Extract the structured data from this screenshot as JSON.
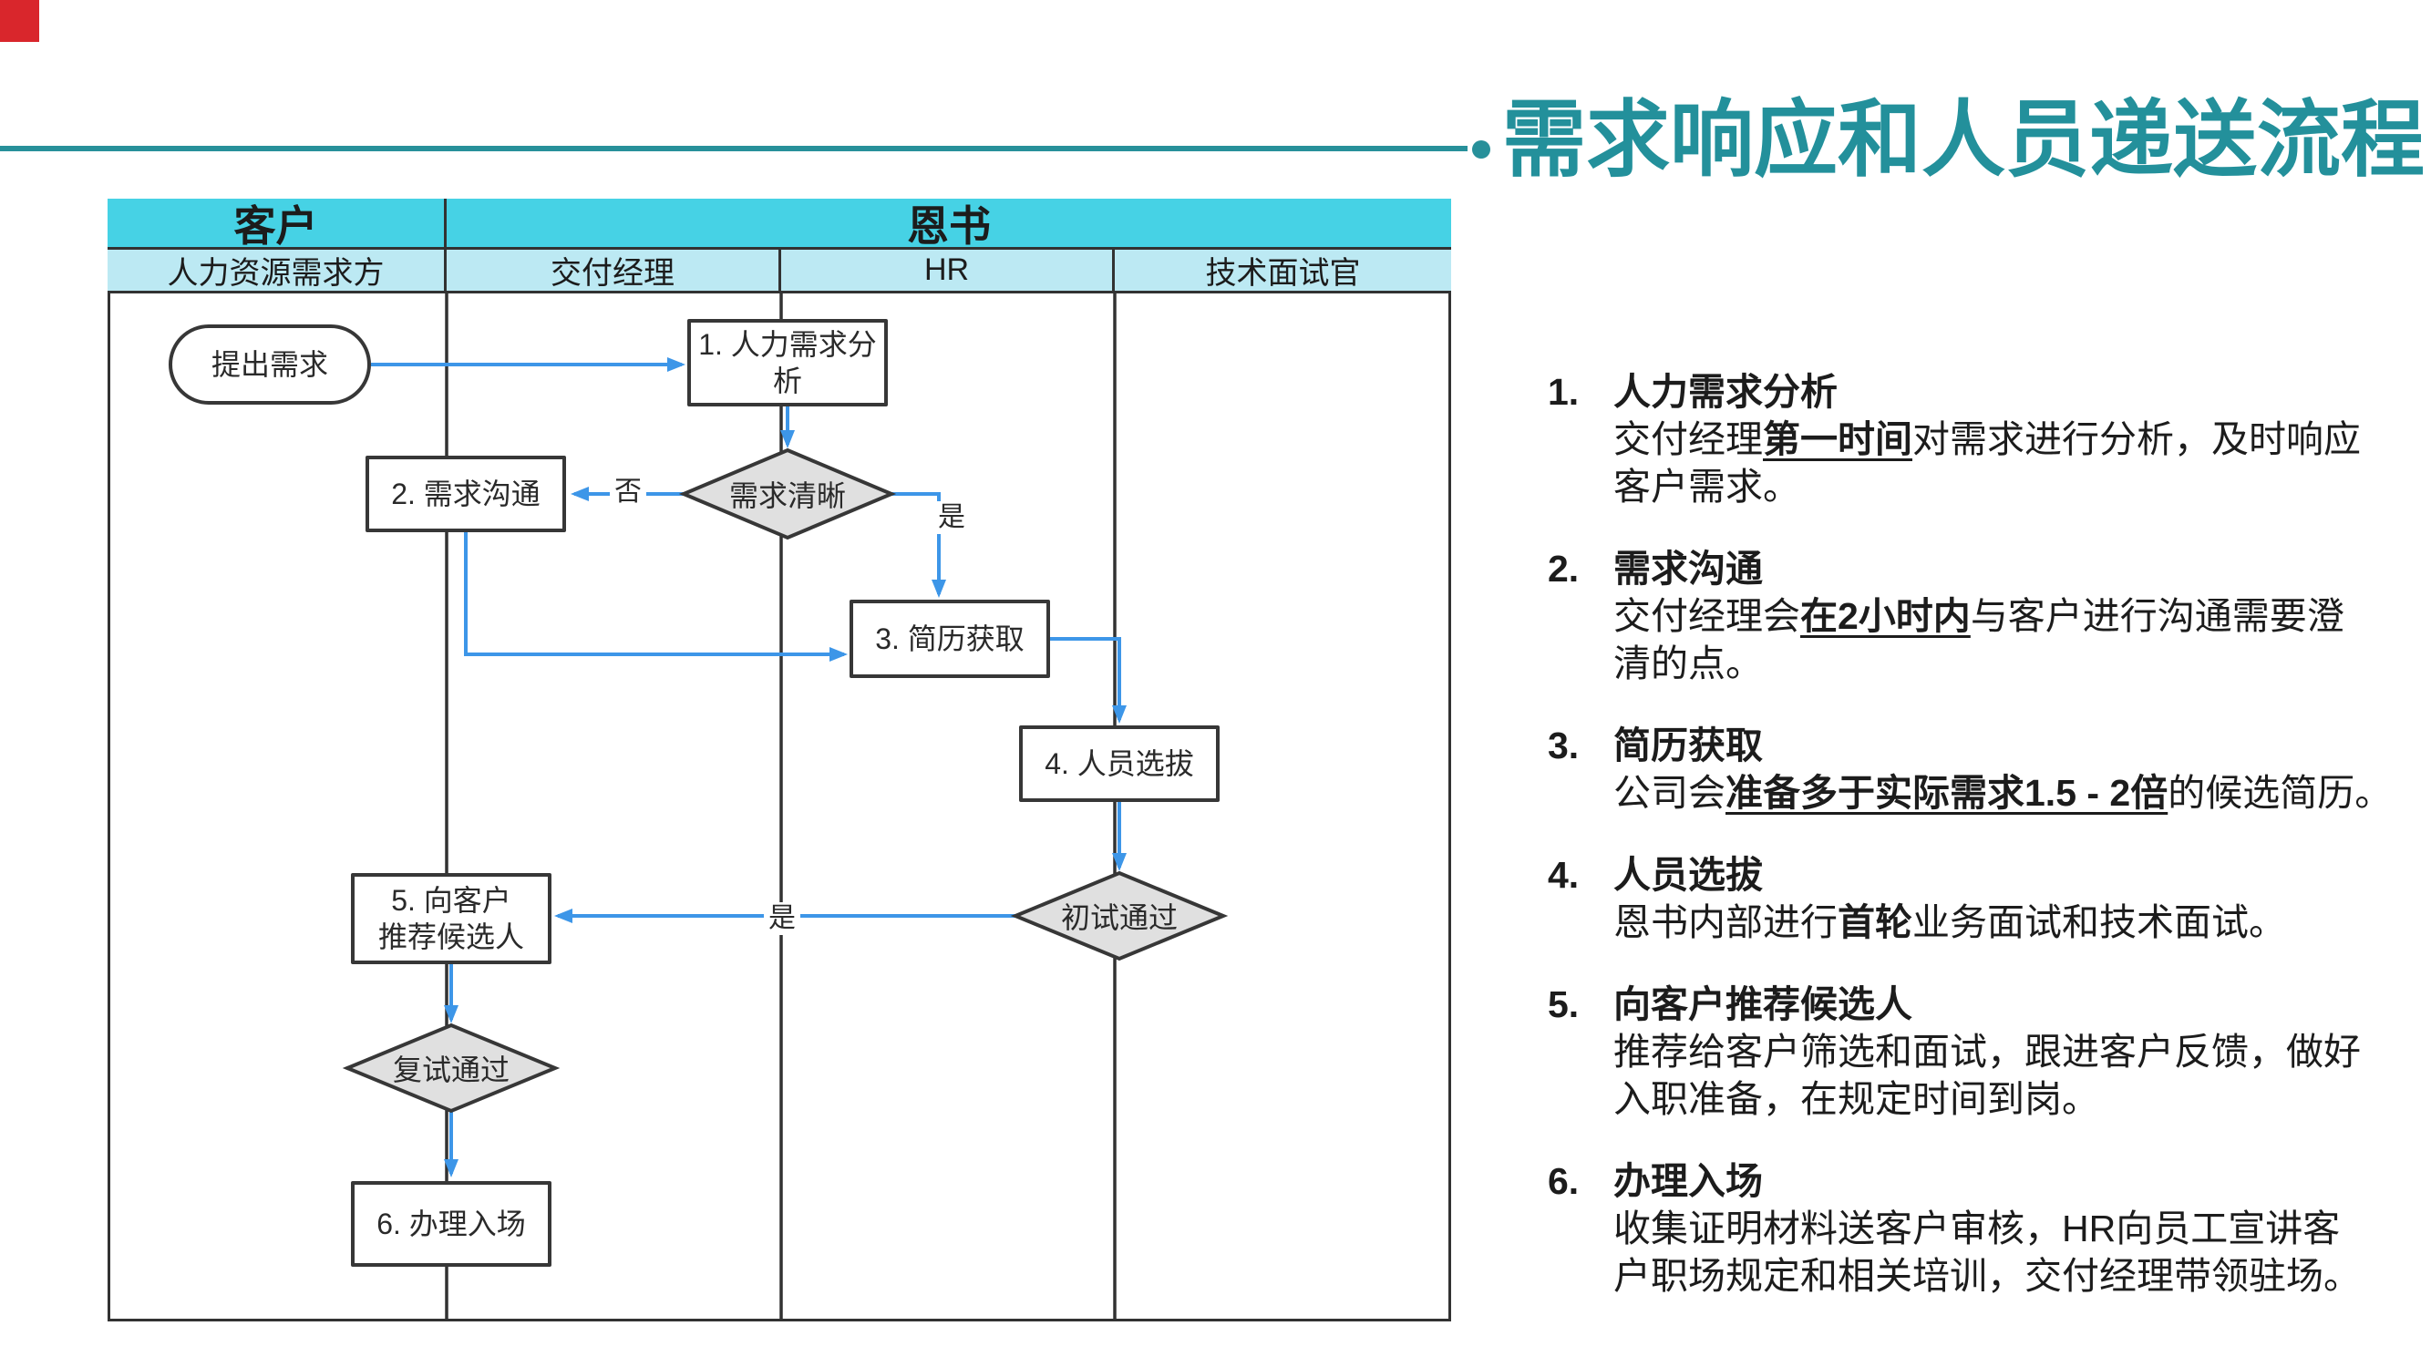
{
  "decor": {
    "corner_square_color": "#d9262c",
    "accent_teal": "#23909b"
  },
  "title": {
    "text": "需求响应和人员递送流程"
  },
  "swimlane": {
    "group_headers": [
      {
        "label": "客户"
      },
      {
        "label": "恩书"
      }
    ],
    "lane_headers": [
      "人力资源需求方",
      "交付经理",
      "HR",
      "技术面试官"
    ],
    "colors": {
      "group_header_bg": "#46d2e5",
      "lane_header_bg": "#bce9f3",
      "grid_line": "#323232"
    }
  },
  "flow": {
    "colors": {
      "arrow": "#3d96e8",
      "node_border": "#373737",
      "decision_fill": "#e0e0e0"
    },
    "nodes": {
      "start": {
        "label": "提出需求",
        "type": "terminator"
      },
      "step1": {
        "label": "1. 人力需求分\n析",
        "type": "process"
      },
      "decision1": {
        "label": "需求清晰",
        "type": "decision"
      },
      "step2": {
        "label": "2. 需求沟通",
        "type": "process"
      },
      "step3": {
        "label": "3. 简历获取",
        "type": "process"
      },
      "step4": {
        "label": "4. 人员选拔",
        "type": "process"
      },
      "decision2": {
        "label": "初试通过",
        "type": "decision"
      },
      "step5": {
        "label": "5. 向客户\n推荐候选人",
        "type": "process"
      },
      "decision3": {
        "label": "复试通过",
        "type": "decision"
      },
      "step6": {
        "label": "6. 办理入场",
        "type": "process"
      }
    },
    "edge_labels": {
      "no1": "否",
      "yes1": "是",
      "yes2": "是"
    }
  },
  "steps": [
    {
      "num": "1.",
      "title": "人力需求分析",
      "body": [
        {
          "t": "交付经理"
        },
        {
          "t": "第一时间",
          "b": true,
          "u": true
        },
        {
          "t": "对需求进行分析，及时响应\n客户需求。"
        }
      ]
    },
    {
      "num": "2.",
      "title": "需求沟通",
      "body": [
        {
          "t": "交付经理会"
        },
        {
          "t": "在2小时内",
          "b": true,
          "u": true
        },
        {
          "t": "与客户进行沟通需要澄\n清的点。"
        }
      ]
    },
    {
      "num": "3.",
      "title": "简历获取",
      "body": [
        {
          "t": "公司会"
        },
        {
          "t": "准备多于实际需求1.5 - 2倍",
          "b": true,
          "u": true
        },
        {
          "t": "的候选简历。"
        }
      ]
    },
    {
      "num": "4.",
      "title": "人员选拔",
      "body": [
        {
          "t": "恩书内部进行"
        },
        {
          "t": "首轮",
          "b": true
        },
        {
          "t": "业务面试和技术面试。"
        }
      ]
    },
    {
      "num": "5.",
      "title": "向客户推荐候选人",
      "body": [
        {
          "t": "推荐给客户筛选和面试，跟进客户反馈，做好\n入职准备，在规定时间到岗。"
        }
      ]
    },
    {
      "num": "6.",
      "title": "办理入场",
      "body": [
        {
          "t": "收集证明材料送客户审核，HR向员工宣讲客\n户职场规定和相关培训，交付经理带领驻场。"
        }
      ]
    }
  ]
}
